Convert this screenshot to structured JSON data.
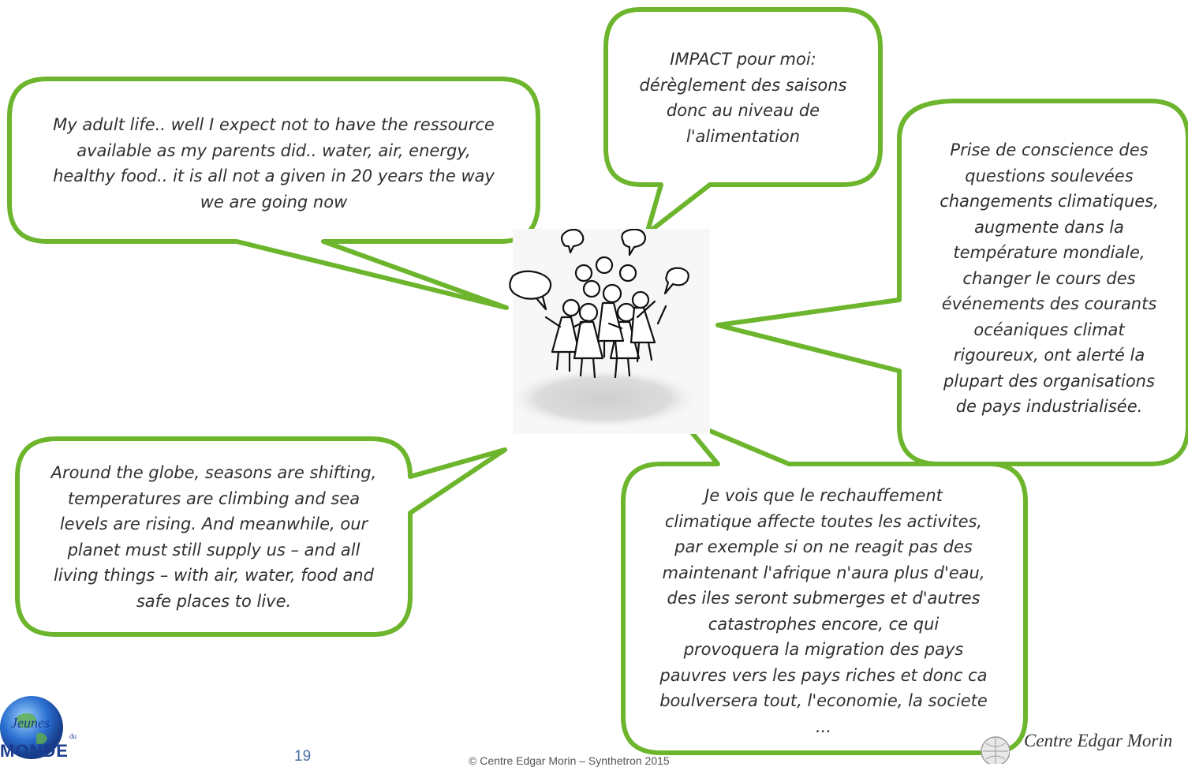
{
  "bubbles": {
    "adult_life": "My adult life.. well I expect not to have the ressource\navailable as my parents did.. water, air, energy,\nhealthy food.. it is all not a given in 20 years the way\nwe are going now",
    "impact": "IMPACT pour moi:\ndérèglement des saisons\ndonc au niveau de\nl'alimentation",
    "prise_conscience": "Prise de conscience des\nquestions soulevées\nchangements climatiques,\naugmente dans la\ntempérature mondiale,\nchanger le cours des\névénements des courants\nocéaniques climat\nrigoureux, ont alerté la\nplupart des organisations\nde pays industrialisée.",
    "around_globe": "Around the globe, seasons are shifting,\ntemperatures are climbing and sea\nlevels are rising. And meanwhile, our\nplanet must still supply us – and all\nliving things – with air, water, food and\nsafe places to live.",
    "rechauffement": "Je vois que le rechauffement\nclimatique affecte toutes les activites,\npar exemple si on ne reagit pas des\nmaintenant l'afrique n'aura plus d'eau,\ndes iles seront submerges et d'autres\ncatastrophes encore, ce qui\nprovoquera la migration des pays\npauvres vers les pays riches et donc ca\nboulversera tout, l'economie, la societe\n..."
  },
  "footer": {
    "page_number": "19",
    "copyright": "© Centre  Edgar Morin – Synthetron 2015"
  },
  "logos": {
    "left_main": "MONDE",
    "left_script": "Jeunes",
    "left_du": "du",
    "right": "Centre Edgar Morin"
  },
  "colors": {
    "bubble_border": "#6cb52d",
    "text": "#2f2f2f"
  }
}
